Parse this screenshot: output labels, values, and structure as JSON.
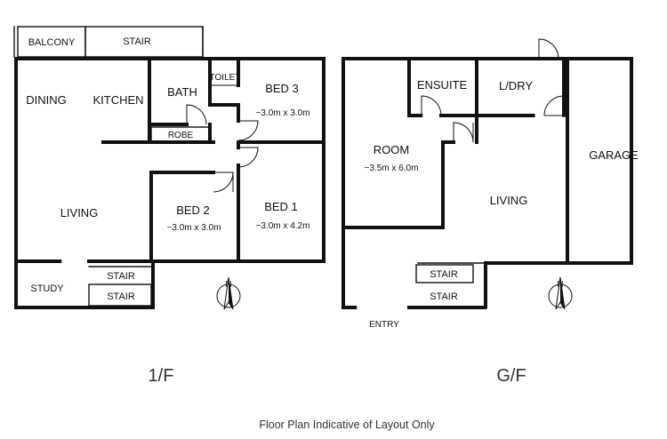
{
  "floors": {
    "first": {
      "label": "1/F",
      "rooms": {
        "balcony": "BALCONY",
        "stair_top": "STAIR",
        "dining": "DINING",
        "kitchen": "KITCHEN",
        "bath": "BATH",
        "toilet": "TOILET",
        "bed3": "BED 3",
        "bed3_size": "~3.0m x 3.0m",
        "robe": "ROBE",
        "living": "LIVING",
        "bed2": "BED 2",
        "bed2_size": "~3.0m x 3.0m",
        "bed1": "BED 1",
        "bed1_size": "~3.0m x 4.2m",
        "study": "STUDY",
        "stair_a": "STAIR",
        "stair_b": "STAIR"
      },
      "compass": "N"
    },
    "ground": {
      "label": "G/F",
      "rooms": {
        "ensuite": "ENSUITE",
        "laundry": "L/DRY",
        "room": "ROOM",
        "room_size": "~3.5m x 6.0m",
        "garage": "GARAGE",
        "living": "LIVING",
        "stair_a": "STAIR",
        "stair_b": "STAIR",
        "entry": "ENTRY"
      },
      "compass": "N"
    }
  },
  "caption": "Floor Plan Indicative of Layout Only"
}
